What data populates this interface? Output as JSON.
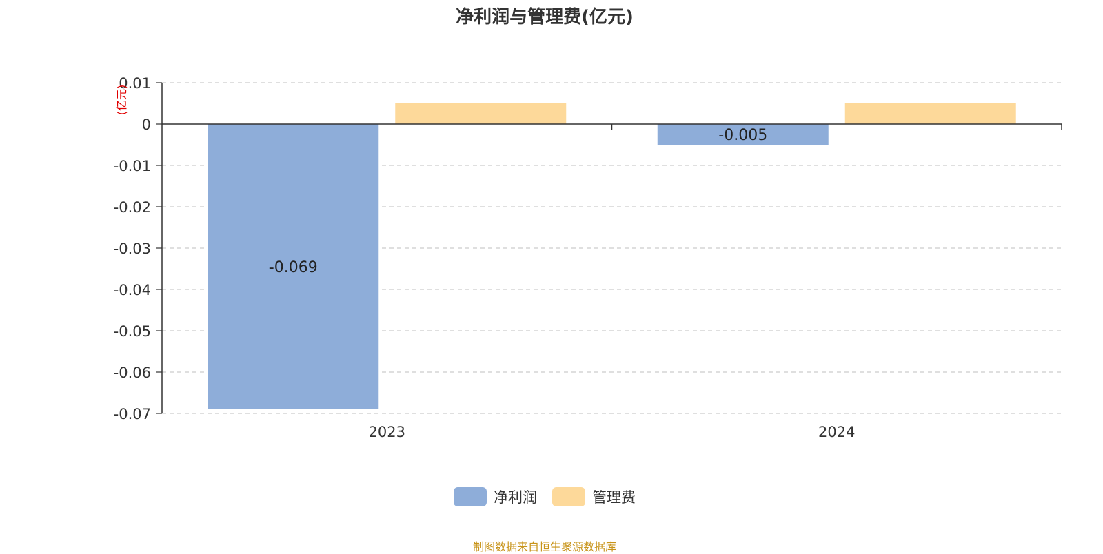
{
  "chart_data": {
    "type": "bar",
    "title": "净利润与管理费(亿元)",
    "ylabel": "(亿元)",
    "xlabel": "",
    "categories": [
      "2023",
      "2024"
    ],
    "series": [
      {
        "name": "净利润",
        "values": [
          -0.069,
          -0.005
        ],
        "labels": [
          "-0.069",
          "-0.005"
        ],
        "color": "#8eadd9"
      },
      {
        "name": "管理费",
        "values": [
          0.005,
          0.005
        ],
        "labels": [
          "",
          ""
        ],
        "color": "#fdd99a"
      }
    ],
    "ylim": [
      -0.07,
      0.01
    ],
    "yticks": [
      0.01,
      0,
      -0.01,
      -0.02,
      -0.03,
      -0.04,
      -0.05,
      -0.06,
      -0.07
    ],
    "ytick_labels": [
      "0.01",
      "0",
      "-0.01",
      "-0.02",
      "-0.03",
      "-0.04",
      "-0.05",
      "-0.06",
      "-0.07"
    ],
    "grid": true,
    "legend_position": "bottom-center"
  },
  "source_note": "制图数据来自恒生聚源数据库",
  "colors": {
    "axis_label_color": "#e00000",
    "source_color": "#c8941a"
  }
}
